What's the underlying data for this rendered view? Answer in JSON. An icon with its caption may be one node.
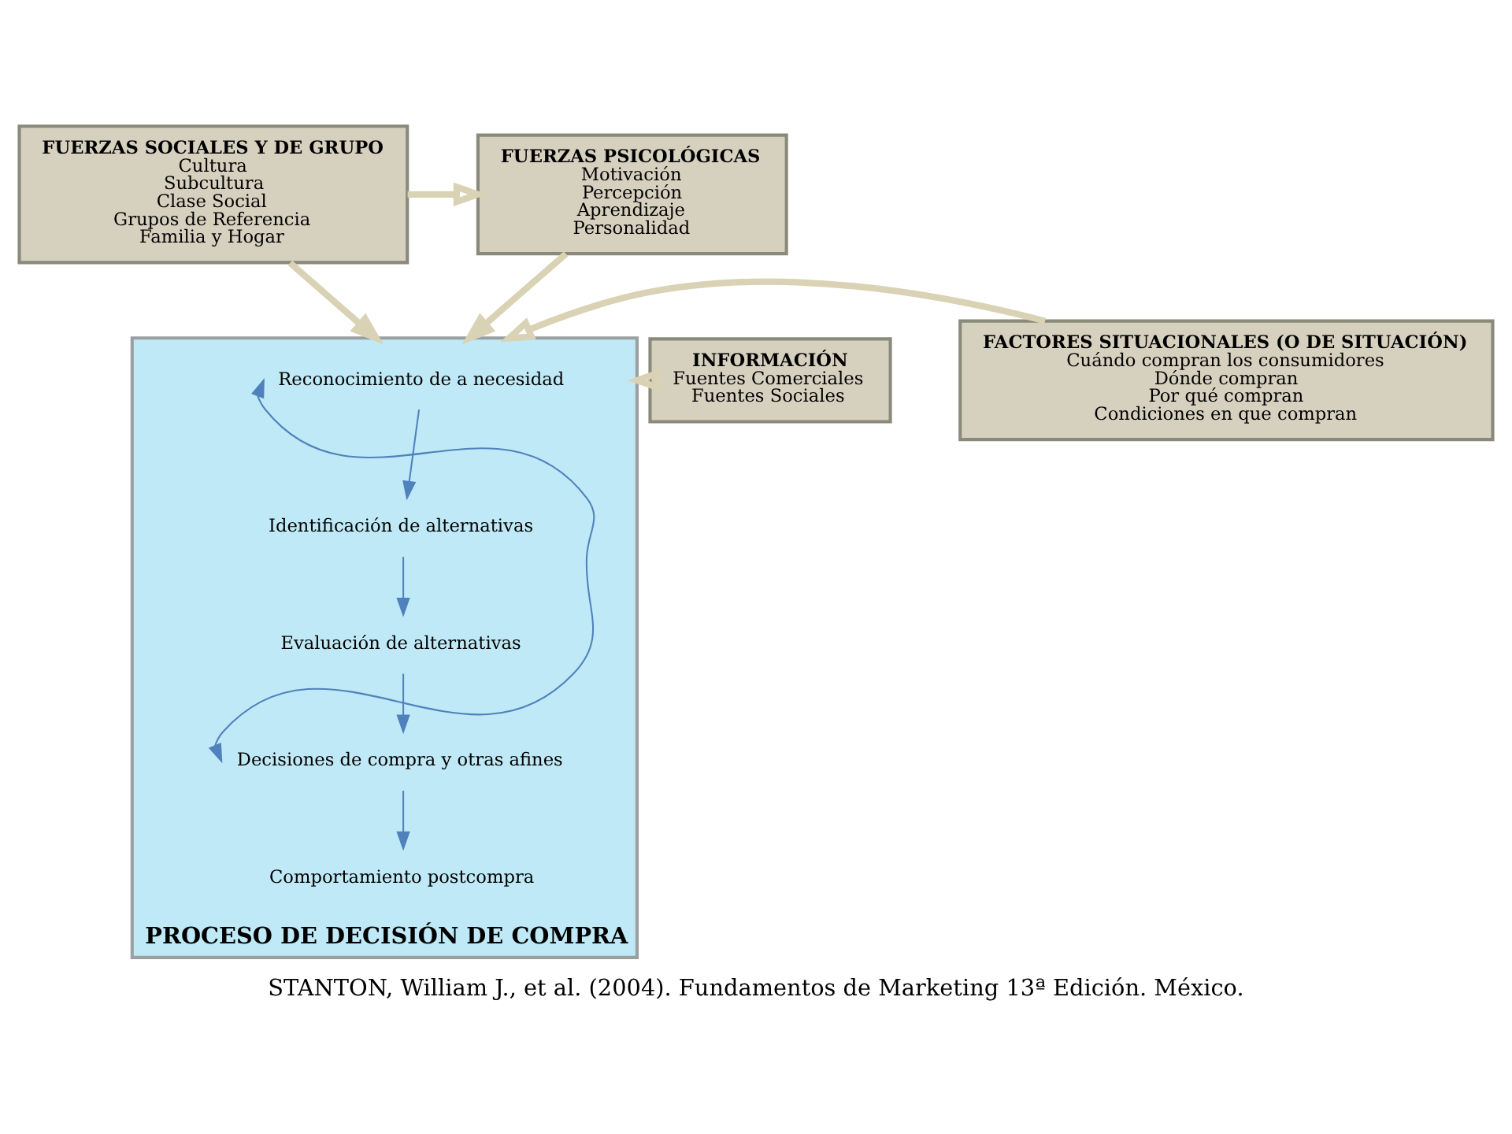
{
  "diagram": {
    "caption": "STANTON, William J., et al. (2004). Fundamentos de Marketing 13ª Edición. México.",
    "nodes": [
      {
        "text": [
          "FUERZAS SOCIALES Y DE GRUPO",
          "Cultura",
          "Subcultura",
          "Clase Social",
          "Grupos de Referencia",
          "Familia y Hogar"
        ]
      },
      {
        "text": [
          "FUERZAS PSICOLÓGICAS",
          "Motivación",
          "Percepción",
          "Aprendizaje",
          "Personalidad"
        ]
      },
      {
        "text": [
          "PROCESO DE DECISIÓN DE COMPRA"
        ]
      },
      {
        "text": [
          "Reconocimiento de a necesidad"
        ],
        "in": 2
      },
      {
        "text": [
          "Identificación de alternativas"
        ],
        "in": 2
      },
      {
        "text": [
          "Evaluación de alternativas"
        ],
        "in": 2
      },
      {
        "text": [
          "Decisiones de compra y otras afines"
        ],
        "in": 2
      },
      {
        "text": [
          "Comportamiento postcompra"
        ],
        "in": 2
      },
      {
        "text": [
          "INFORMACIÓN",
          "Fuentes Comerciales",
          "Fuentes Sociales"
        ]
      },
      {
        "text": [
          "FACTORES SITUACIONALES (O DE SITUACIÓN)",
          "Cuándo compran los consumidores",
          "Dónde compran",
          "Por qué compran",
          "Condiciones en que compran"
        ]
      }
    ],
    "edges": [
      {
        "from": 0,
        "to": 1,
        "arrow": "to",
        "style": "thick",
        "color": "#d9d2b4"
      },
      {
        "from": 0,
        "to": 2,
        "arrow": "to",
        "style": "thick",
        "color": "#d9d2b4"
      },
      {
        "from": 1,
        "to": 2,
        "arrow": "to",
        "style": "thick",
        "color": "#d9d2b4"
      },
      {
        "from": 8,
        "to": 2,
        "arrow": "to",
        "style": "thick",
        "color": "#d9d2b4"
      },
      {
        "from": 9,
        "to": 2,
        "arrow": "to",
        "style": "thick",
        "color": "#d9d2b4"
      },
      {
        "from": 3,
        "to": 4,
        "arrow": "to",
        "color": "#4f81bd"
      },
      {
        "from": 4,
        "to": 5,
        "arrow": "to",
        "color": "#4f81bd"
      },
      {
        "from": 5,
        "to": 6,
        "arrow": "to",
        "color": "#4f81bd"
      },
      {
        "from": 6,
        "to": 7,
        "arrow": "to",
        "color": "#4f81bd"
      },
      {
        "from": 6,
        "to": 3,
        "arrow": "both",
        "color": "#4f81bd"
      }
    ]
  }
}
